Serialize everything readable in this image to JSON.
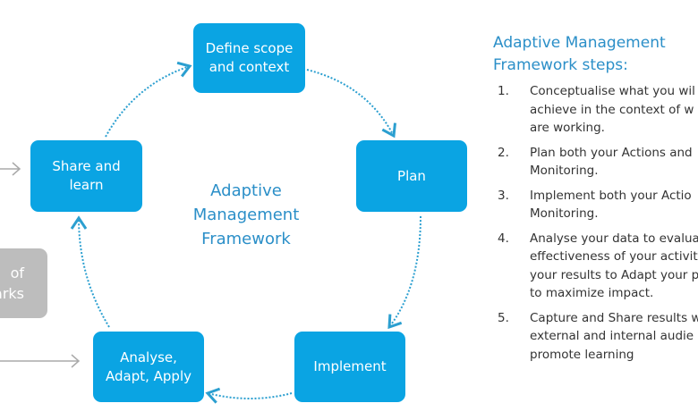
{
  "diagram": {
    "center_label": "Adaptive\nManagement\nFramework",
    "nodes": [
      {
        "label": "Define scope\nand context"
      },
      {
        "label": "Plan"
      },
      {
        "label": "Implement"
      },
      {
        "label": "Analyse,\nAdapt, Apply"
      },
      {
        "label": "Share and\nlearn"
      }
    ],
    "side_box": {
      "label": "of\narks"
    },
    "colors": {
      "node": "#0aa4e3",
      "arrow": "#2b9fd0",
      "title": "#2b8fc8",
      "side_box": "#bdbdbd"
    }
  },
  "steps": {
    "title": "Adaptive Management\nFramework steps:",
    "items": [
      {
        "num": "1.",
        "lines": [
          "Conceptualise what you wil",
          "achieve in the context of w",
          "are working."
        ]
      },
      {
        "num": "2.",
        "lines": [
          "Plan both your Actions and",
          "Monitoring."
        ]
      },
      {
        "num": "3.",
        "lines": [
          "Implement both your Actio",
          "Monitoring."
        ]
      },
      {
        "num": "4.",
        "lines": [
          "Analyse your data to evalua",
          "effectiveness of your activit",
          "your results to Adapt your p",
          "to maximize impact."
        ]
      },
      {
        "num": "5.",
        "lines": [
          "Capture and Share results w",
          "external and internal audie",
          "promote learning"
        ]
      }
    ]
  }
}
